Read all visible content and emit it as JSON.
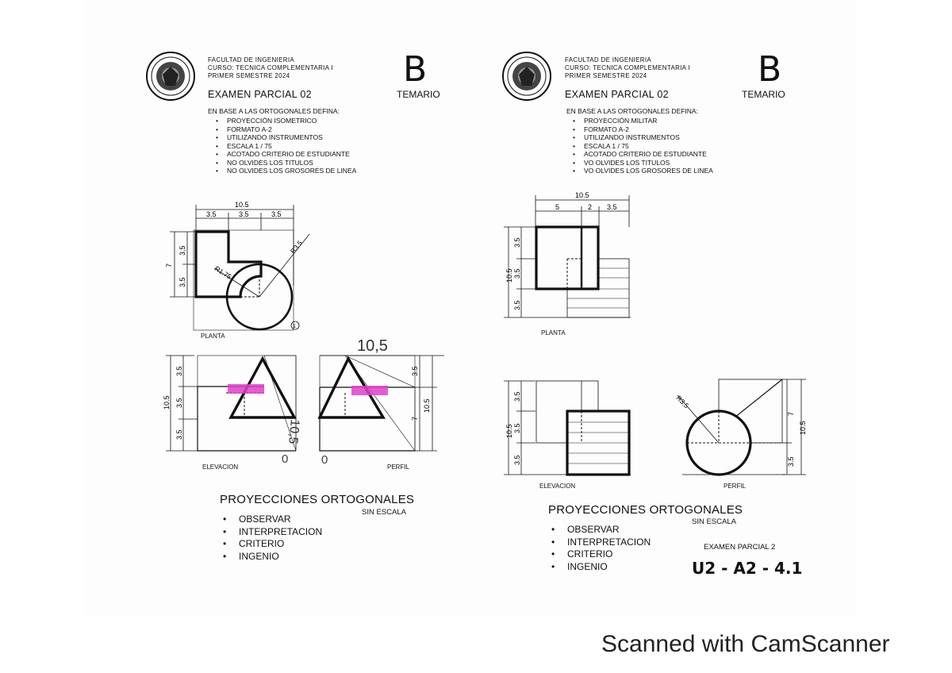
{
  "left": {
    "header_lines": [
      "FACULTAD DE INGENIERIA",
      "CURSO: TECNICA COMPLEMENTARIA I",
      "PRIMER SEMESTRE 2024"
    ],
    "exam_title": "EXAMEN  PARCIAL 02",
    "variant": "B",
    "temario": "TEMARIO",
    "define_heading": "EN BASE A LAS ORTOGONALES  DEFINA:",
    "items": [
      "PROYECCIÓN ISOMETRICO",
      "FORMATO A-2",
      "UTILIZANDO INSTRUMENTOS",
      "ESCALA 1 / 75",
      "ACOTADO CRITERIO DE ESTUDIANTE",
      "NO OLVIDES LOS TITULOS",
      "NO OLVIDES LOS GROSORES DE LINEA"
    ],
    "labels": {
      "planta": "PLANTA",
      "elevacion": "ELEVACION",
      "perfil": "PERFIL"
    },
    "dims": {
      "d105": "10.5",
      "d35": "3.5",
      "d7": "7",
      "r35": "R3.5",
      "r175": "R1.75"
    },
    "handwritten": {
      "top": "10,5",
      "side": "10,5",
      "zero_a": "0",
      "zero_b": "0",
      "circle": "1"
    },
    "footer_title": "PROYECCIONES ORTOGONALES",
    "footer_sub": "SIN ESCALA",
    "footer_items": [
      "OBSERVAR",
      "INTERPRETACION",
      "CRITERIO",
      "INGENIO"
    ]
  },
  "right": {
    "header_lines": [
      "FACULTAD DE INGENIERIA",
      "CURSO: TECNICA COMPLEMENTARIA I",
      "PRIMER SEMESTRE 2024"
    ],
    "exam_title": "EXAMEN  PARCIAL 02",
    "variant": "B",
    "temario": "TEMARIO",
    "define_heading": "EN BASE A LAS ORTOGONALES  DEFINA:",
    "items": [
      "PROYECCIÓN MILITAR",
      "FORMATO A-2",
      "UTILIZANDO INSTRUMENTOS",
      "ESCALA 1 / 75",
      "ACOTADO CRITERIO DE ESTUDIANTE",
      "VO OLVIDES LOS TITULOS",
      "VO OLVIDES LOS GROSORES DE LINEA"
    ],
    "labels": {
      "planta": "PLANTA",
      "elevacion": "ELEVACION",
      "perfil": "PERFIL"
    },
    "dims": {
      "d105": "10.5",
      "d5": "5",
      "d2": "2",
      "d35": "3.5",
      "d7": "7",
      "r35": "R3.5"
    },
    "footer_title": "PROYECCIONES ORTOGONALES",
    "footer_sub": "SIN ESCALA",
    "footer_items": [
      "OBSERVAR",
      "INTERPRETACION",
      "CRITERIO",
      "INGENIO"
    ],
    "exam_label": "EXAMEN PARCIAL 2",
    "code": "U2 - A2 - 4.1"
  },
  "watermark": "Scanned with CamScanner",
  "colors": {
    "highlight": "#e040c8",
    "ink": "#111111"
  }
}
